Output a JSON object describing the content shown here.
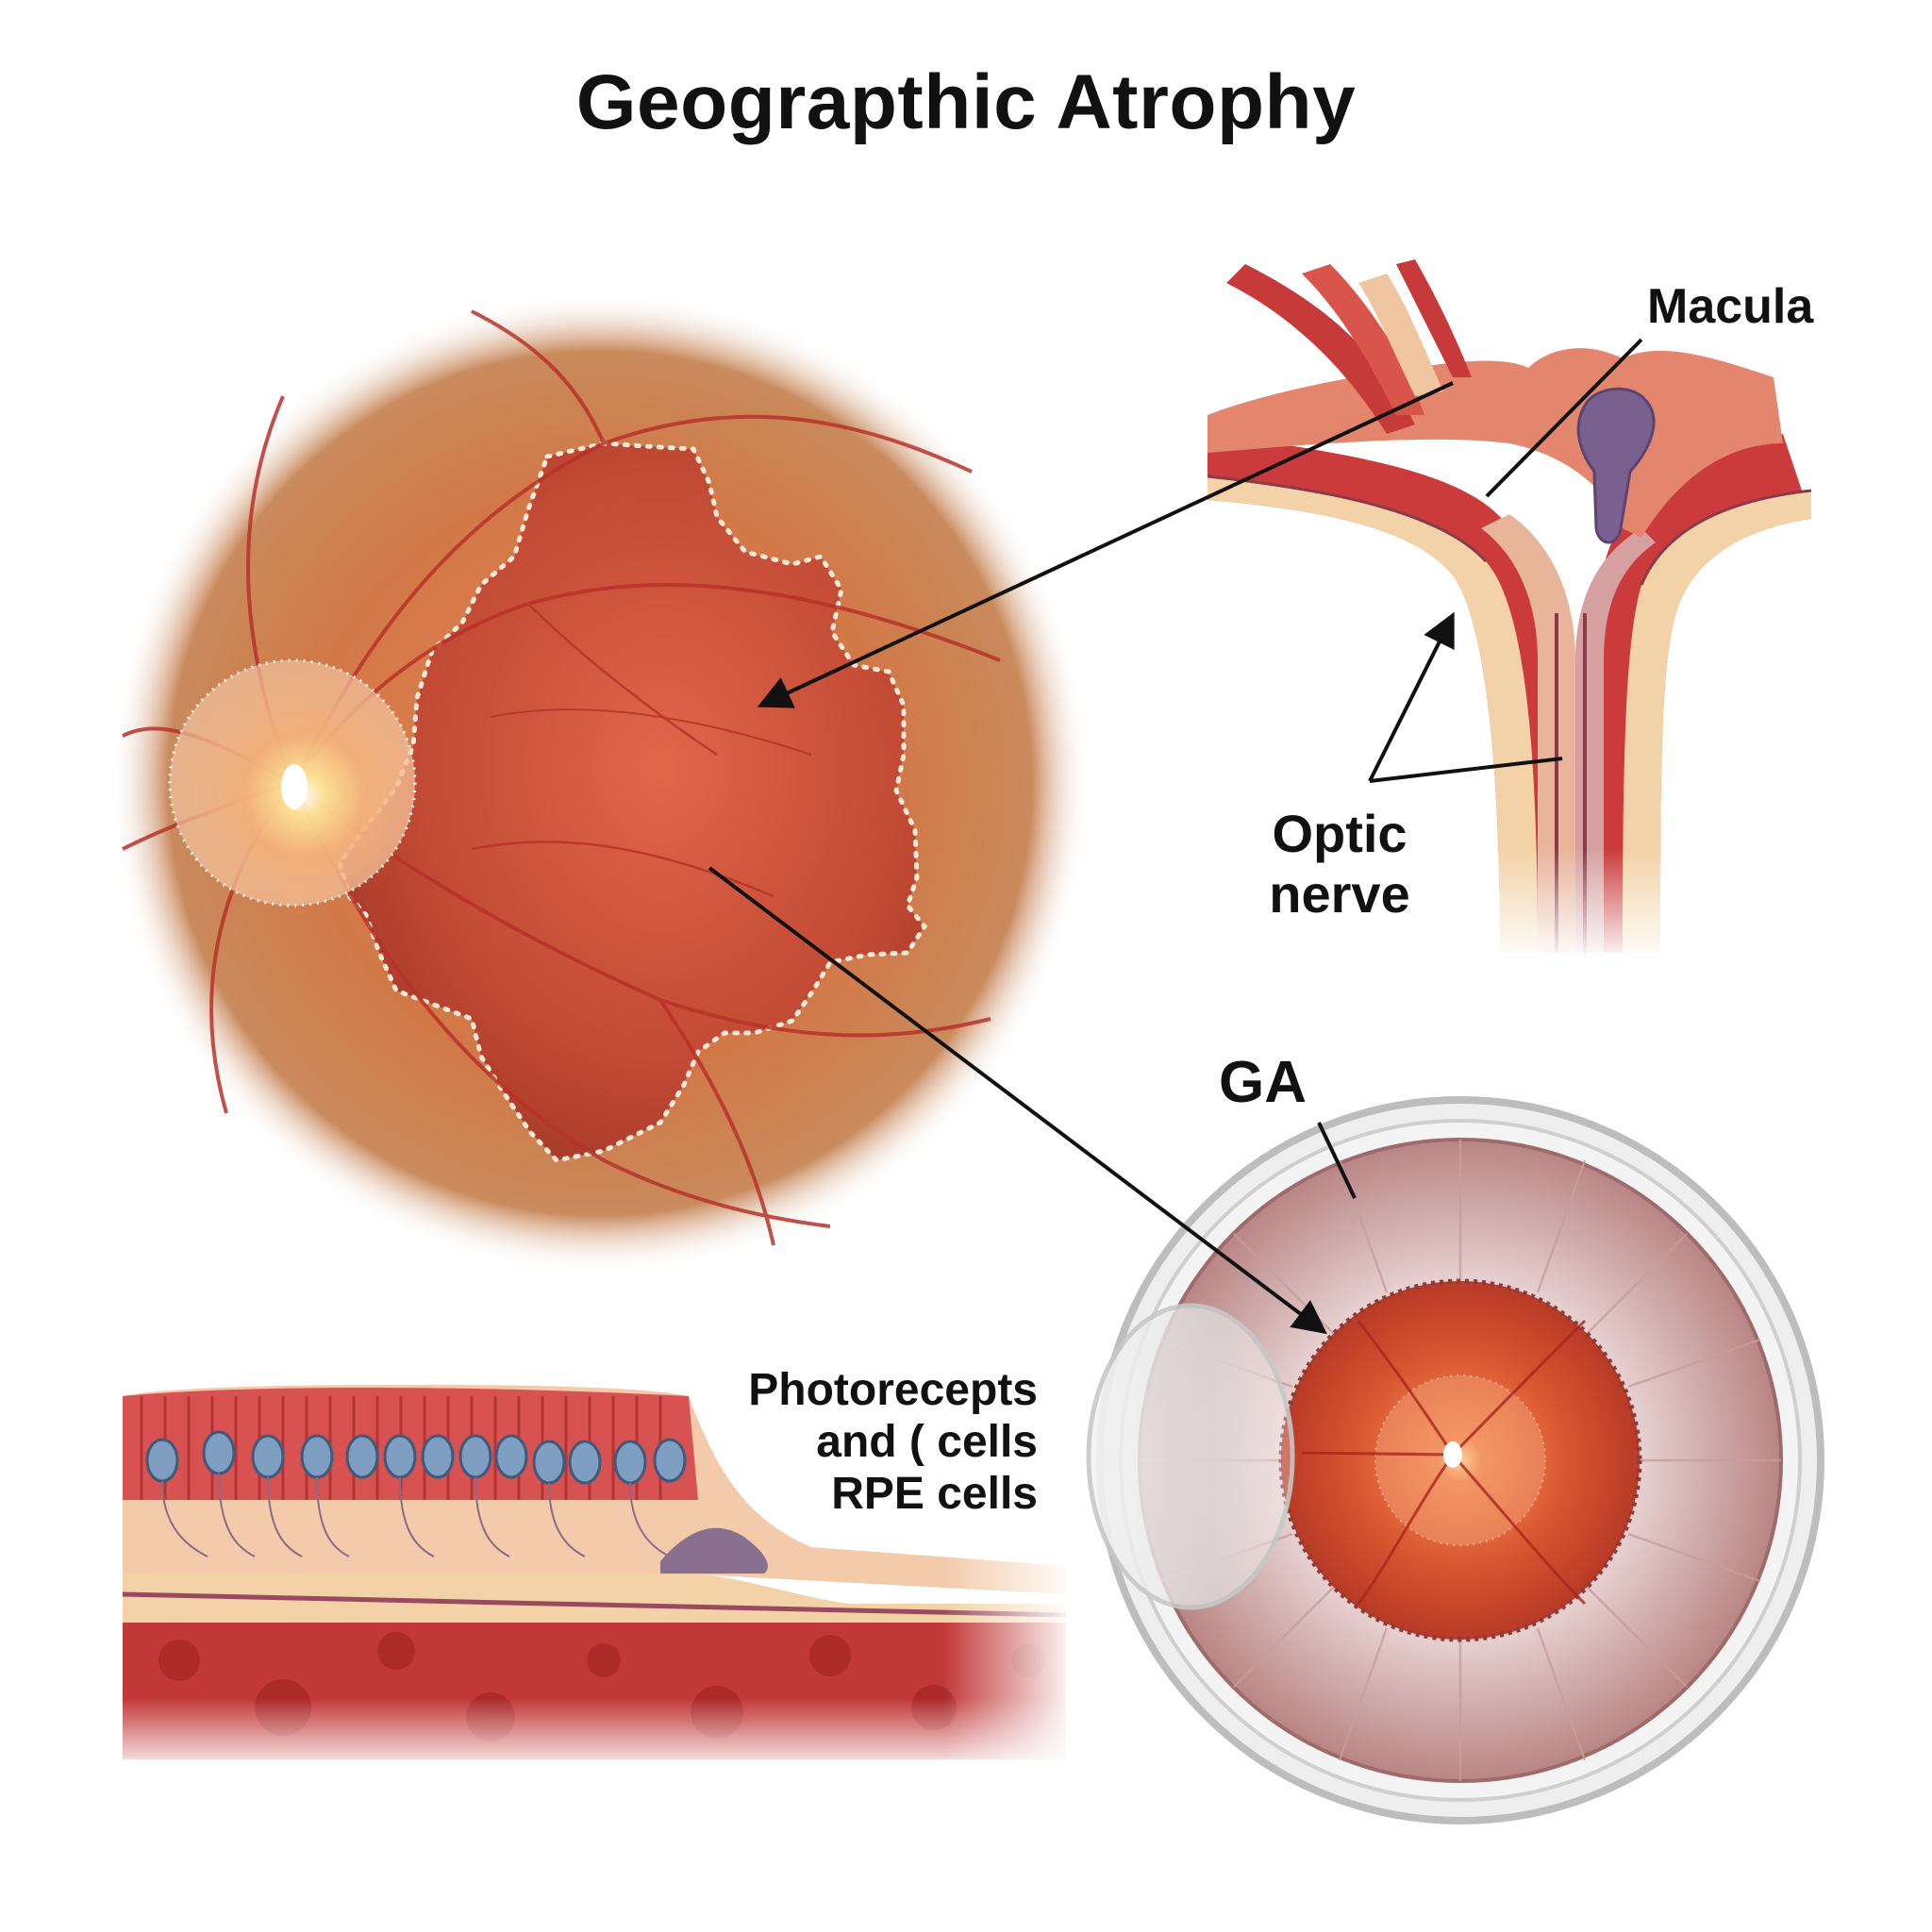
{
  "title": "Geograpthic Atrophy",
  "labels": {
    "macula": "Macula",
    "optic_nerve_line1": "Optic",
    "optic_nerve_line2": "nerve",
    "ga": "GA",
    "photo_line1": "Photorecepts",
    "photo_line2": "and ( cells",
    "photo_line3": "RPE cells"
  },
  "colors": {
    "fundus_outer": "#c8703e",
    "fundus_inner": "#e06a44",
    "atrophy": "#c04a30",
    "vessel": "#b8322a",
    "optic_disc": "#ffe9a8",
    "tissue_red": "#c9393a",
    "tissue_cream": "#f3d3a6",
    "eyeball_rim": "#bfbfbf",
    "iris_pink": "#e6c8c8"
  }
}
